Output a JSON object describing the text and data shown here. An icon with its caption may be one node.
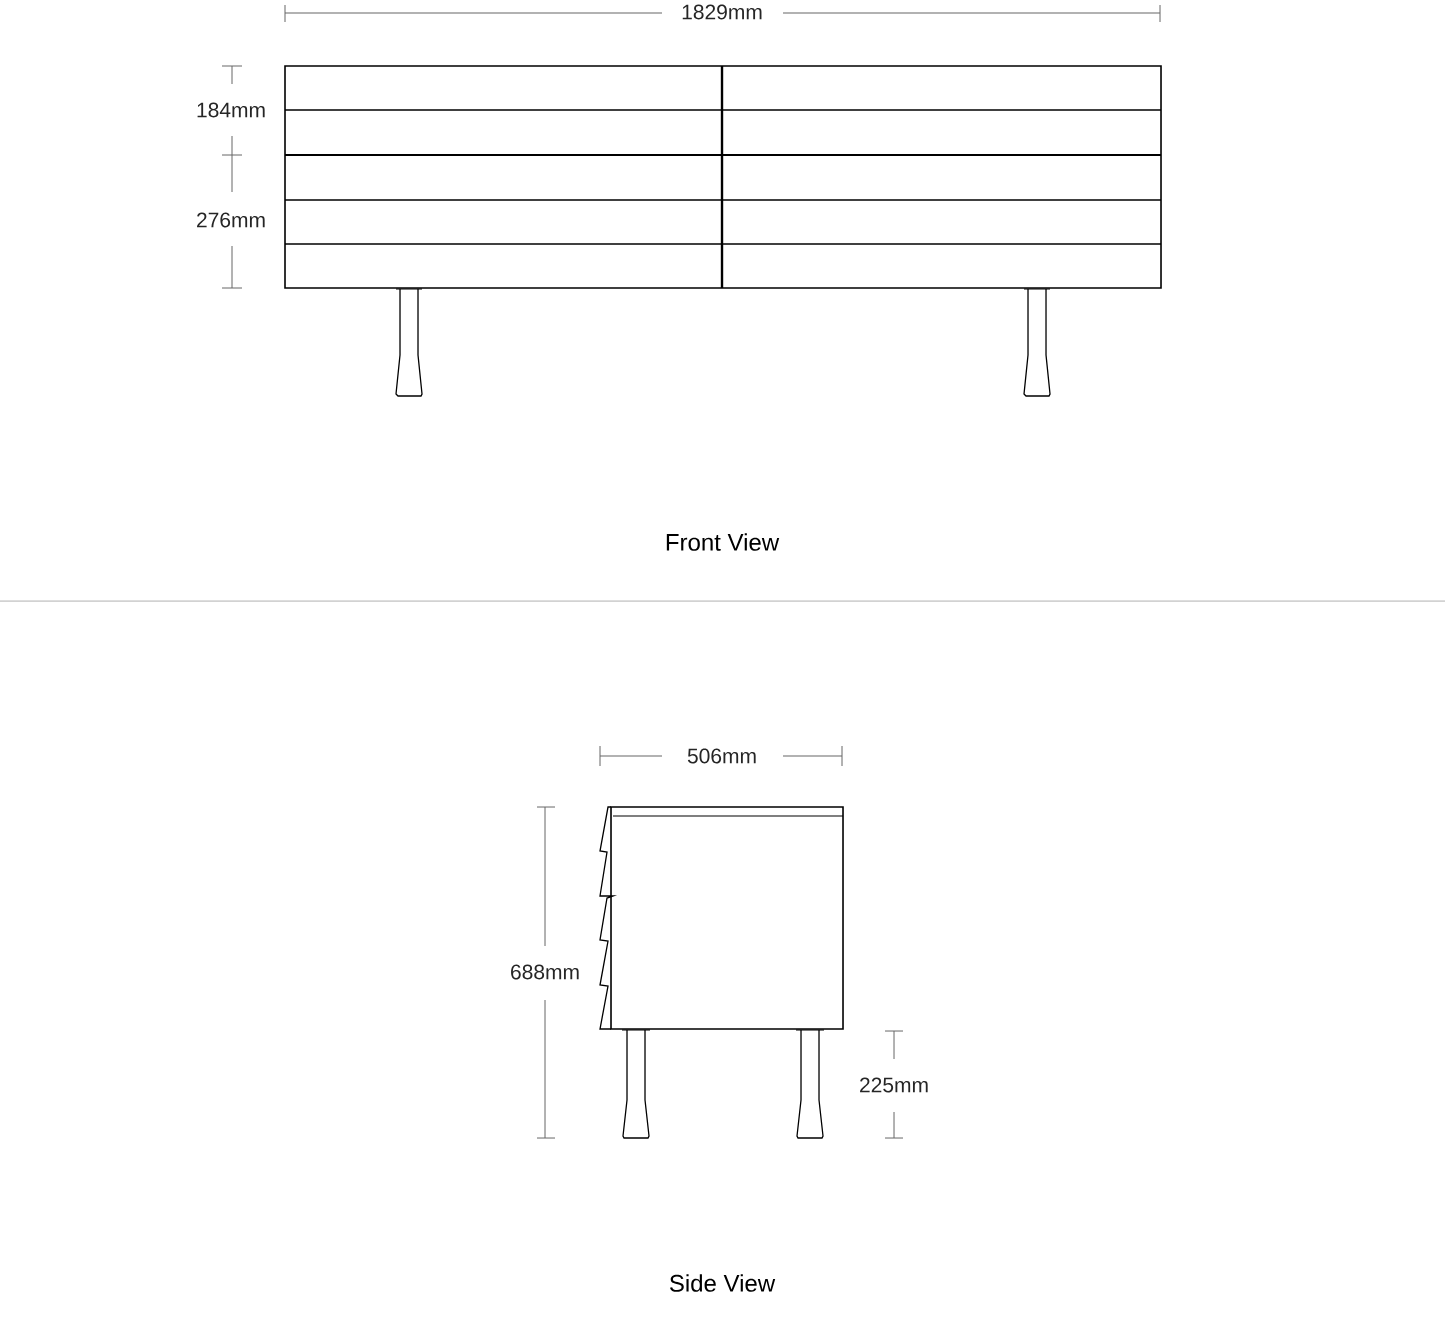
{
  "diagram": {
    "labels": [
      "1829mm",
      "184mm",
      "276mm",
      "Front View",
      "506mm",
      "688mm",
      "225mm",
      "Side View"
    ]
  }
}
